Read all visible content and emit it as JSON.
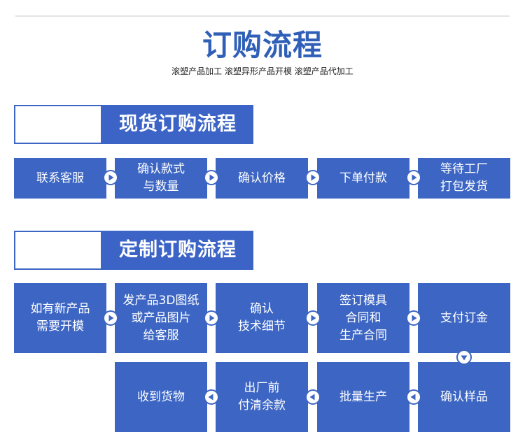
{
  "title": "订购流程",
  "subtitle": "滚塑产品加工 滚塑异形产品开模 滚塑产品代加工",
  "stock_section": {
    "label": "现货订购流程",
    "steps": [
      "联系客服",
      "确认款式\n与数量",
      "确认价格",
      "下单付款",
      "等待工厂\n打包发货"
    ]
  },
  "custom_section": {
    "label": "定制订购流程",
    "row1": [
      "如有新产品\n需要开模",
      "发产品3D图纸\n或产品图片\n给客服",
      "确认\n技术细节",
      "签订模具\n合同和\n生产合同",
      "支付订金"
    ],
    "row2": [
      "收到货物",
      "出厂前\n付清余款",
      "批量生产",
      "确认样品"
    ]
  },
  "colors": {
    "accent": "#3d66c4",
    "title": "#2f5fb7"
  },
  "icons": {
    "arrow_right": "play-circle-right-icon",
    "arrow_left": "play-circle-left-icon",
    "arrow_down": "play-circle-down-icon"
  }
}
